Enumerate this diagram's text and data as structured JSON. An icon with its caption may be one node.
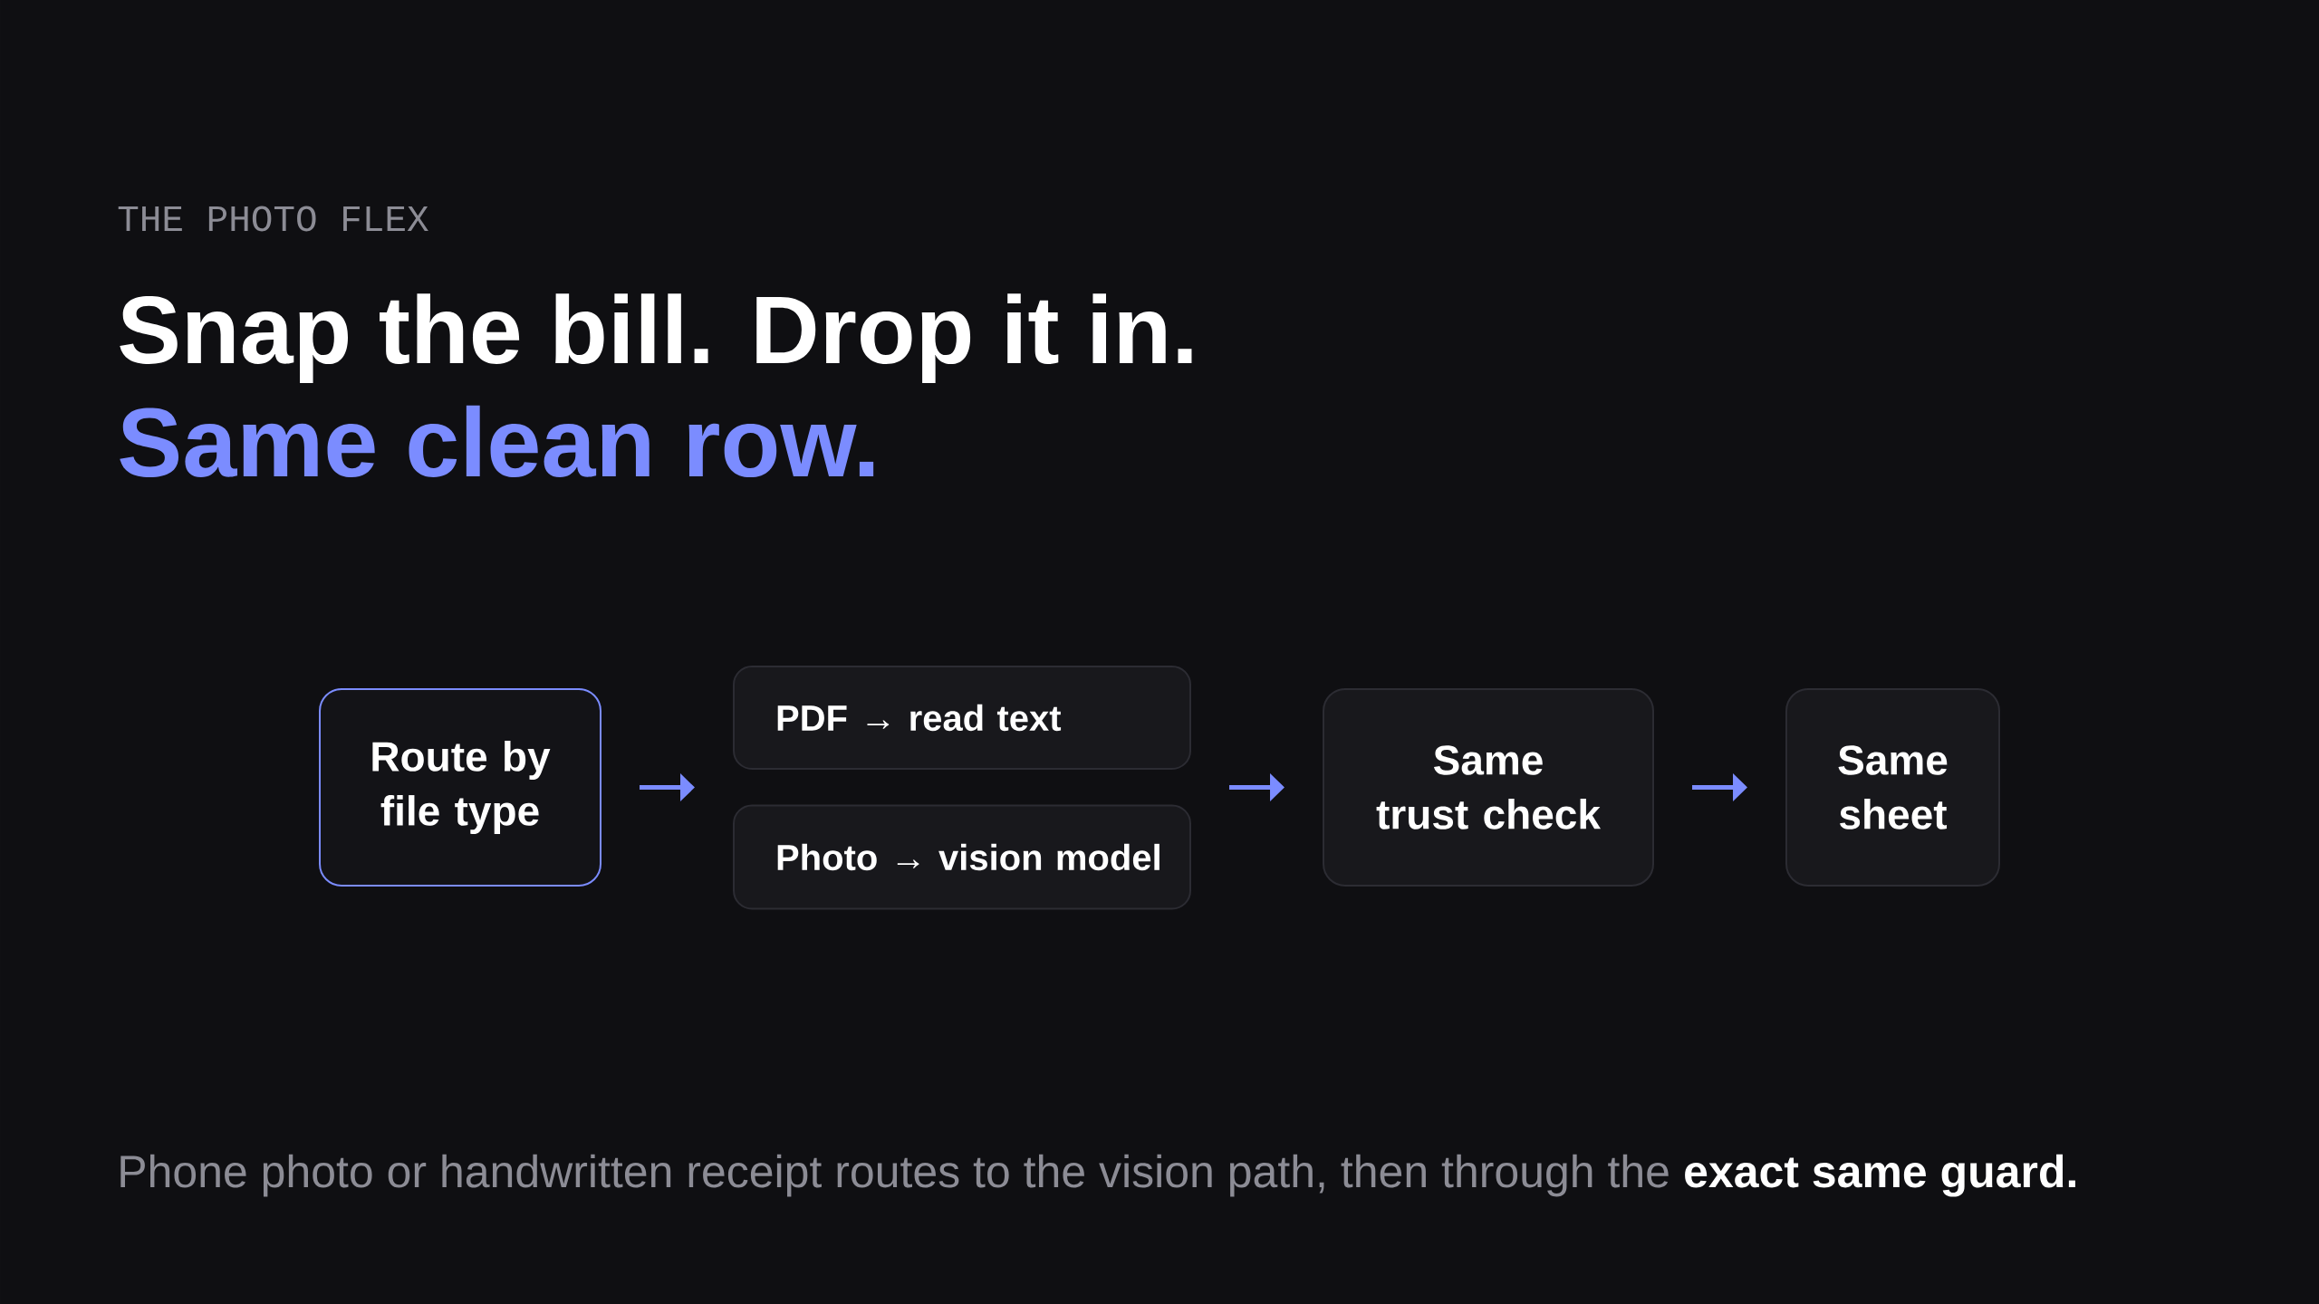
{
  "diagram": {
    "title": "Snap the bill. Drop it in.",
    "caption": "Phone photo or handwritten receipt routes to the vision path, then through the **exact same guard.**",
    "nodes": [
      {
        "text": [
          "Route by file type"
        ]
      },
      {
        "text": [
          "PDF → read text"
        ]
      },
      {
        "text": [
          "Photo → vision model"
        ]
      },
      {
        "text": [
          "Same trust check"
        ]
      },
      {
        "text": [
          "Same sheet"
        ]
      }
    ],
    "edges": [
      {
        "from": 0,
        "to": 1,
        "arrow": "to"
      },
      {
        "from": 0,
        "to": 2,
        "arrow": "to"
      },
      {
        "from": 1,
        "to": 3,
        "arrow": "to"
      },
      {
        "from": 2,
        "to": 3,
        "arrow": "to"
      },
      {
        "from": 3,
        "to": 4,
        "arrow": "to"
      }
    ],
    "labels": [
      "THE PHOTO FLEX",
      "Same clean row."
    ]
  }
}
